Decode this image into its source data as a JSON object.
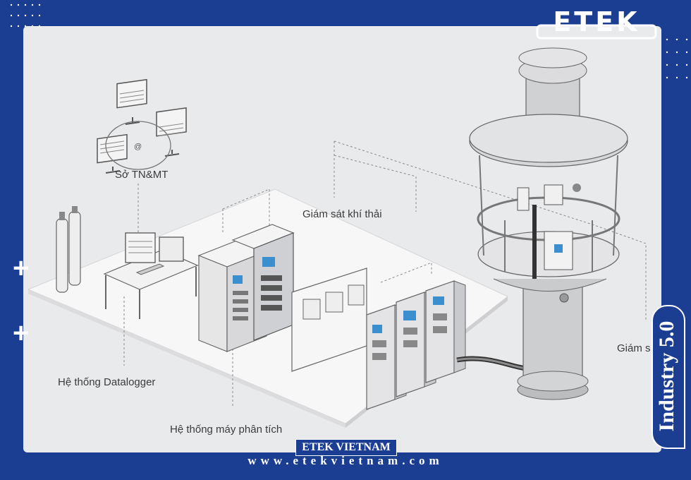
{
  "brand": {
    "logo_text": "ETEK",
    "name": "ETEK VIETNAM",
    "url": "www.etekvietnam.com",
    "tagline": "Industry 5.0"
  },
  "labels": {
    "so_tnmt": "Sở TN&MT",
    "monitoring": "Giám sát khí thải",
    "datalogger": "Hệ thống Datalogger",
    "analyzer": "Hệ thống máy phân tích",
    "monitoring_cut": "Giám s"
  },
  "icons": [
    "plus-icon",
    "at-icon"
  ],
  "colors": {
    "frame": "#1b3d92",
    "panel": "#e9eaec"
  }
}
